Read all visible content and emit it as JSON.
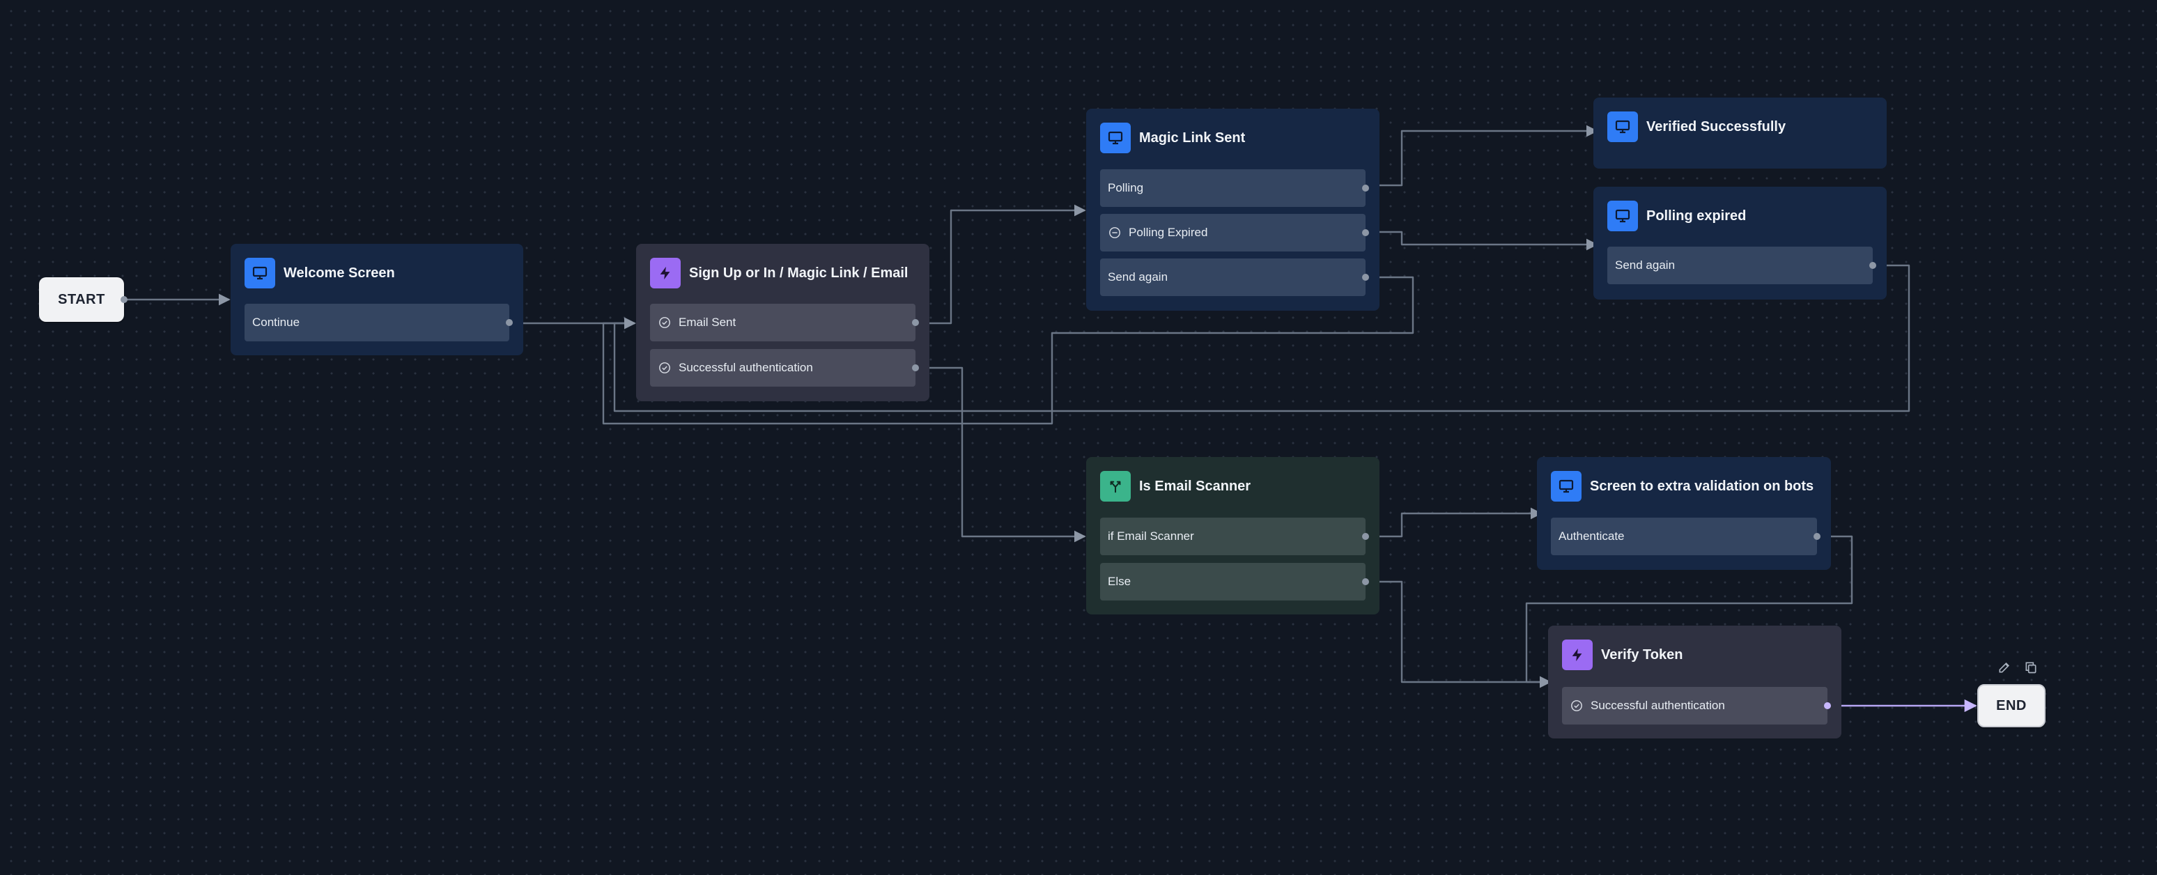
{
  "start_label": "START",
  "end_label": "END",
  "nodes": {
    "welcome": {
      "title": "Welcome Screen",
      "rows": [
        "Continue"
      ]
    },
    "signup": {
      "title": "Sign Up or In / Magic Link / Email",
      "rows": [
        "Email Sent",
        "Successful authentication"
      ]
    },
    "magic": {
      "title": "Magic Link Sent",
      "rows": [
        "Polling",
        "Polling Expired",
        "Send again"
      ]
    },
    "verified": {
      "title": "Verified Successfully"
    },
    "expired": {
      "title": "Polling expired",
      "rows": [
        "Send again"
      ]
    },
    "scanner": {
      "title": "Is Email Scanner",
      "rows": [
        "if Email Scanner",
        "Else"
      ]
    },
    "bots": {
      "title": "Screen to extra validation on bots",
      "rows": [
        "Authenticate"
      ]
    },
    "verify": {
      "title": "Verify Token",
      "rows": [
        "Successful authentication"
      ]
    }
  },
  "colors": {
    "canvas": "#111722",
    "screen_icon": "#2f7cf6",
    "action_icon": "#9b6bf3",
    "branch_icon": "#3bb48b",
    "edge": "#6b7686",
    "end_edge": "#b8a7f5"
  }
}
